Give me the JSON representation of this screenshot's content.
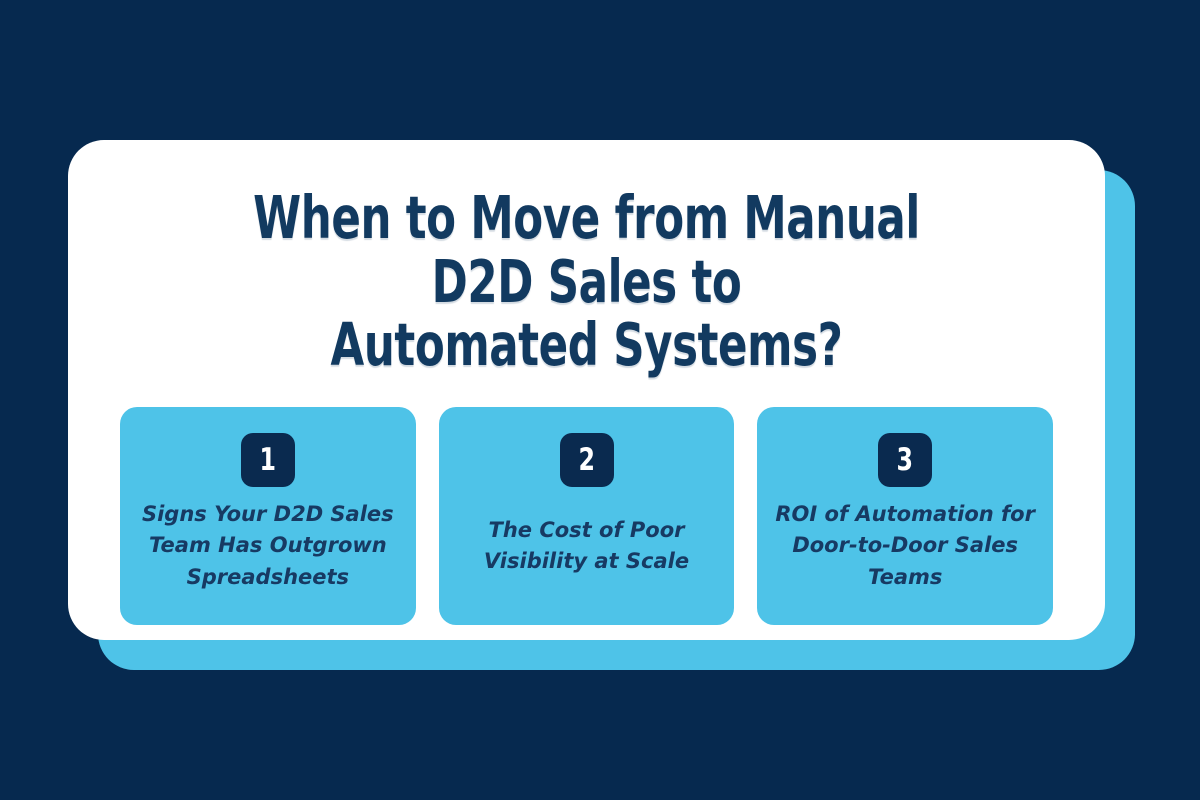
{
  "theme": {
    "background": "#06294f",
    "panel": "#ffffff",
    "accent": "#4ec3e8",
    "navy": "#0a2a4f",
    "heading_color": "#123a60",
    "card_text_color": "#173a63"
  },
  "headline": "When to Move from Manual D2D Sales to\nAutomated Systems?",
  "cards": [
    {
      "number": "1",
      "text": "Signs Your D2D Sales Team Has Outgrown Spreadsheets"
    },
    {
      "number": "2",
      "text": "The Cost of Poor Visibility at Scale"
    },
    {
      "number": "3",
      "text": "ROI of Automation for Door-to-Door Sales Teams"
    }
  ]
}
